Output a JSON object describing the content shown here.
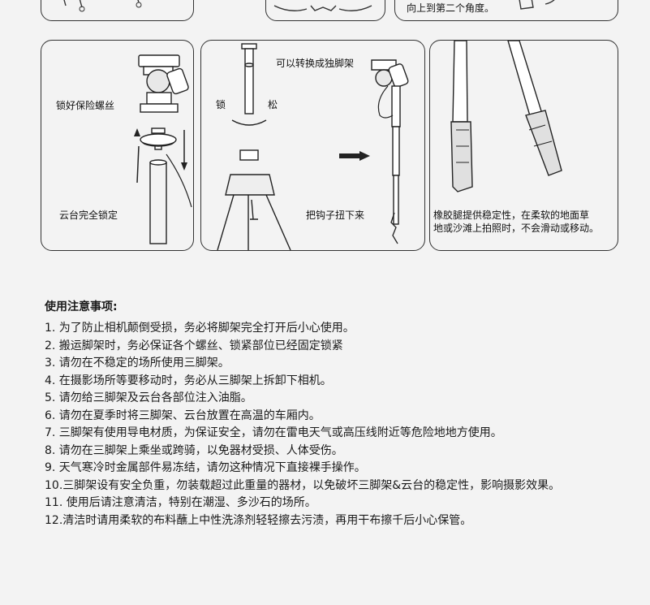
{
  "top_panels": {
    "right_caption_partial": "向上到第二个角度。"
  },
  "panel_head_lock": {
    "caption_top": "锁好保险螺丝",
    "caption_bottom": "云台完全锁定"
  },
  "panel_monopod": {
    "caption_top": "可以转换成独脚架",
    "lock_label": "锁",
    "loose_label": "松",
    "caption_bottom": "把钩子扭下来"
  },
  "panel_feet": {
    "caption_line1": "橡胶腿提供稳定性，在柔软的地面草",
    "caption_line2": "地或沙滩上拍照时，不会滑动或移动。"
  },
  "notes": {
    "title": "使用注意事项:",
    "items": [
      "1. 为了防止相机颠倒受损，务必将脚架完全打开后小心使用。",
      "2. 搬运脚架时，务必保证各个螺丝、锁紧部位已经固定锁紧",
      "3. 请勿在不稳定的场所使用三脚架。",
      "4. 在摄影场所等要移动时，务必从三脚架上拆卸下相机。",
      "5. 请勿给三脚架及云台各部位注入油脂。",
      "6. 请勿在夏季时将三脚架、云台放置在高温的车厢内。",
      "7. 三脚架有使用导电材质，为保证安全，请勿在雷电天气或高压线附近等危险地地方使用。",
      "8. 请勿在三脚架上乘坐或跨骑，以免器材受损、人体受伤。",
      "9. 天气寒冷时金属部件易冻结，请勿这种情况下直接裸手操作。",
      "10.三脚架设有安全负重，勿装载超过此重量的器材，以免破坏三脚架&云台的稳定性，影响摄影效果。",
      "11. 使用后请注意清洁，特别在潮湿、多沙石的场所。",
      "12.清洁时请用柔软的布料蘸上中性洗涤剂轻轻擦去污渍，再用干布擦千后小心保管。"
    ]
  }
}
